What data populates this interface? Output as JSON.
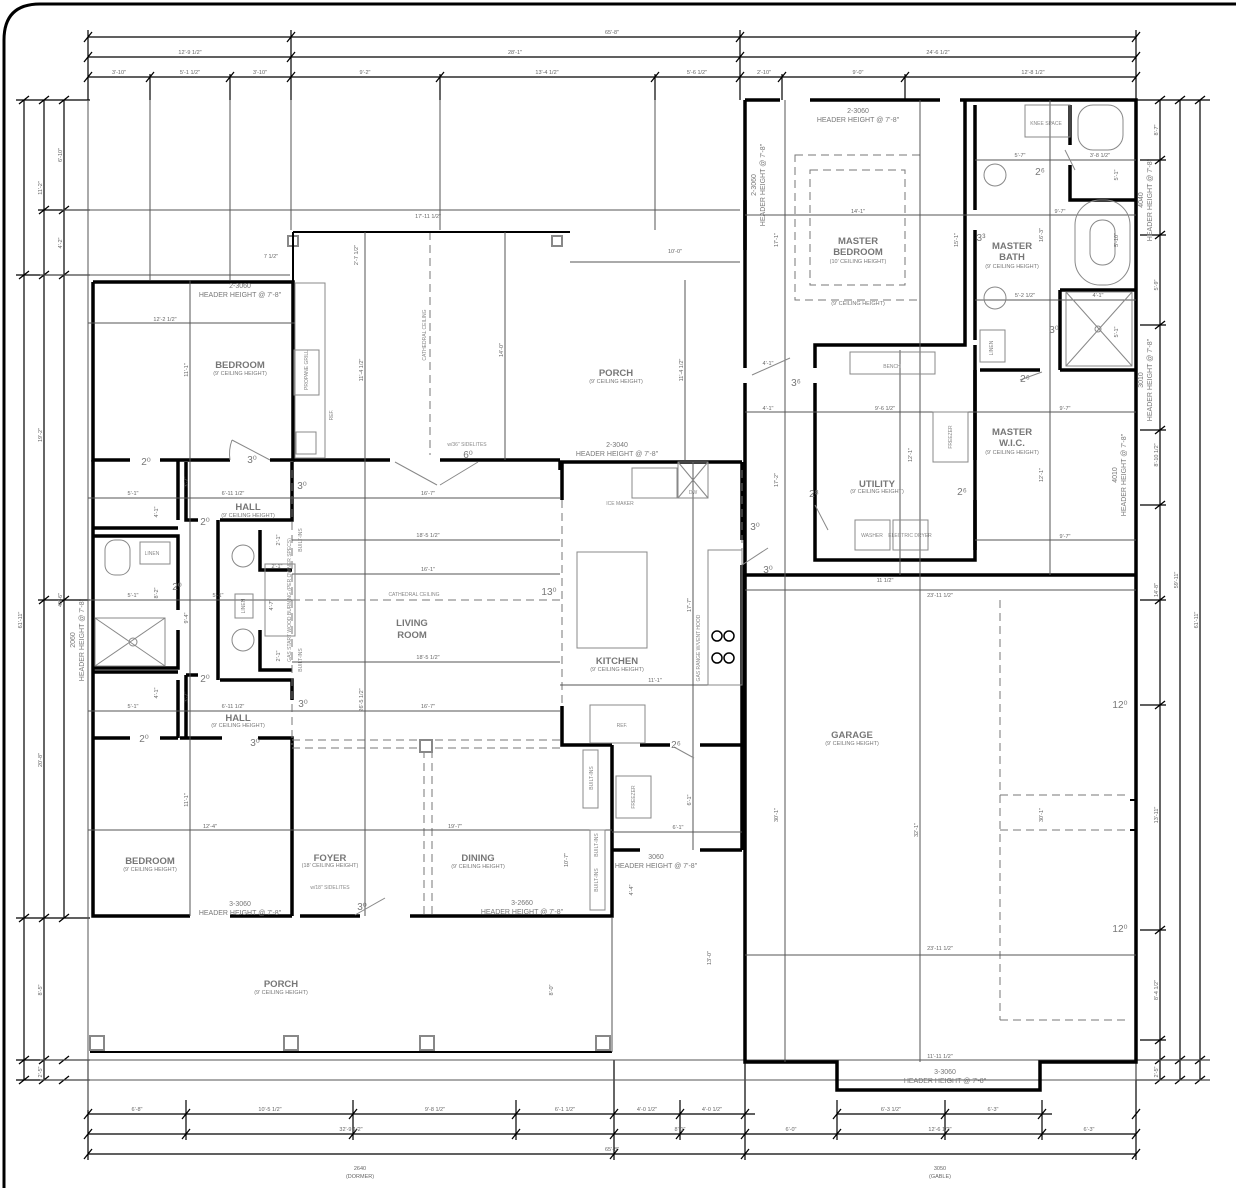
{
  "rooms": {
    "bedroom_1": {
      "name": "BEDROOM",
      "ceiling": "(9' CEILING HEIGHT)"
    },
    "bedroom_2": {
      "name": "BEDROOM",
      "ceiling": "(9' CEILING HEIGHT)"
    },
    "hall_1": {
      "name": "HALL",
      "ceiling": "(9' CEILING HEIGHT)"
    },
    "hall_2": {
      "name": "HALL",
      "ceiling": "(9' CEILING HEIGHT)"
    },
    "porch_back": {
      "name": "PORCH",
      "ceiling": "(9' CEILING HEIGHT)"
    },
    "porch_front": {
      "name": "PORCH",
      "ceiling": "(9' CEILING HEIGHT)"
    },
    "living": {
      "name_1": "LIVING",
      "name_2": "ROOM"
    },
    "kitchen": {
      "name": "KITCHEN",
      "ceiling": "(9' CEILING HEIGHT)"
    },
    "foyer": {
      "name": "FOYER",
      "ceiling": "(18' CEILING HEIGHT)"
    },
    "dining": {
      "name": "DINING",
      "ceiling": "(9' CEILING HEIGHT)"
    },
    "master_bedroom": {
      "name_1": "MASTER",
      "name_2": "BEDROOM",
      "ceiling": "(10' CEILING HEIGHT)",
      "ceiling_2": "(9' CEILING HEIGHT)"
    },
    "master_bath": {
      "name_1": "MASTER",
      "name_2": "BATH",
      "ceiling": "(9' CEILING HEIGHT)"
    },
    "master_wic": {
      "name_1": "MASTER",
      "name_2": "W.I.C.",
      "ceiling": "(9' CEILING HEIGHT)"
    },
    "utility": {
      "name": "UTILITY",
      "ceiling": "(9' CEILING HEIGHT)"
    },
    "garage": {
      "name": "GARAGE",
      "ceiling": "(9' CEILING HEIGHT)"
    }
  },
  "headers": {
    "bedroom_1_window": {
      "code": "2-3060",
      "height": "HEADER HEIGHT @ 7'-8\""
    },
    "porch_door": {
      "code": "2-3040",
      "height": "HEADER HEIGHT @ 7'-8\""
    },
    "master_top": {
      "code": "2-3060",
      "height": "HEADER HEIGHT @ 7'-8\""
    },
    "master_left": {
      "code": "2-3060",
      "height": "HEADER HEIGHT @ 7'-8\""
    },
    "bath_right": {
      "code": "4040",
      "height": "HEADER HEIGHT @ 7'-8\""
    },
    "bath_right_2": {
      "code": "3010",
      "height": "HEADER HEIGHT @ 7'-8\""
    },
    "wic_right": {
      "code": "4010",
      "height": "HEADER HEIGHT @ 7'-8\""
    },
    "left_bath": {
      "code": "2060",
      "height": "HEADER HEIGHT @ 7'-8\""
    },
    "bedroom_2_window": {
      "code": "3-3060",
      "height": "HEADER HEIGHT @ 7'-8\""
    },
    "dining_window": {
      "code": "3-2660",
      "height": "HEADER HEIGHT @ 7'-8\""
    },
    "pantry_window": {
      "code": "3060",
      "height": "HEADER HEIGHT @ 7'-8\""
    },
    "garage_window": {
      "code": "3-3060",
      "height": "HEADER HEIGHT @ 7'-8\""
    }
  },
  "notes": {
    "cathedral_1": "CATHEDRAL CEILING",
    "cathedral_2": "CATHEDRAL CEILING",
    "sidelites_back": "w/36\" SIDELITES",
    "sidelites_front": "w/18\" SIDELITES",
    "propane_grill": "PROPANE GRILL",
    "ref_porch": "REF.",
    "linen_1": "LINEN",
    "linen_2": "LINEN",
    "linen_3": "LINEN",
    "built_ins_1": "BUILT-INS",
    "built_ins_2": "BUILT-INS",
    "built_ins_3": "BUILT-INS",
    "built_ins_4": "BUILT-INS",
    "built_ins_5": "BUILT-INS",
    "fireplace": "GAS START WOOD BURNING (PER OWNER SPECS)",
    "ice_maker": "ICE MAKER",
    "dw": "DW",
    "gas_range": "GAS RANGE W/VENT HOOD",
    "ref_kitchen": "REF.",
    "freezer_1": "FREEZER",
    "freezer_2": "FREEZER",
    "bench": "BENCH",
    "washer": "WASHER",
    "dryer": "ELECTRIC DRYER",
    "knee_space": "KNEE SPACE"
  },
  "doors": [
    "2⁰",
    "3⁰",
    "3⁰",
    "2⁰",
    "2⁰",
    "2⁰",
    "3⁰",
    "2⁰",
    "3⁰",
    "6⁰",
    "13⁰",
    "3⁰",
    "3⁰",
    "2⁶",
    "3⁰",
    "2⁶",
    "3³",
    "3⁰",
    "2⁶",
    "2⁸",
    "2⁶",
    "3⁶",
    "12⁰",
    "12⁰"
  ],
  "dims": {
    "top_overall": "65'-8\"",
    "top_2": [
      "12'-9 1/2\"",
      "28'-1\"",
      "24'-6 1/2\""
    ],
    "top_3": [
      "3'-10\"",
      "5'-1 1/2\"",
      "3'-10\"",
      "9'-2\"",
      "13'-4 1/2\"",
      "5'-6 1/2\"",
      "2'-10\"",
      "9'-0\"",
      "12'-8 1/2\""
    ],
    "bottom_1": [
      "6'-8\"",
      "10'-5 1/2\"",
      "9'-8 1/2\"",
      "6'-1 1/2\"",
      "4'-0 1/2\"",
      "4'-0 1/2\"",
      "6'-3 1/2\"",
      "6'-3\""
    ],
    "bottom_2": [
      "32'-9 1/2\"",
      "8'-1\"",
      "6'-0\"",
      "12'-6 1/2\"",
      "6'-3\""
    ],
    "bottom_overall": "65'-8\"",
    "left_outer": "61'-11\"",
    "left_mid": [
      "11'-2\"",
      "19'-2\"",
      "20'-8\"",
      "8'-5\"",
      "2'-5\""
    ],
    "left_inner": [
      "6'-10\"",
      "4'-2\"",
      "40'-6\""
    ],
    "right_outer": "61'-11\"",
    "right_mid": "59'-11\"",
    "right_inner": [
      "8'-7\"",
      "5'-9\"",
      "8'-10 1/2\"",
      "14'-8\"",
      "13'-11\"",
      "8'-4 1/2\"",
      "2'-5\""
    ],
    "interior": {
      "porch_width": "17'-11 1/2\"",
      "porch_small": "7 1/2\"",
      "porch_small_2": "2'-7 1/2\"",
      "porch_right": "10'-0\"",
      "porch_depth": "11'-4 1/2\"",
      "porch_depth_2": "14'-0\"",
      "porch_depth_3": "11'-4 1/2\"",
      "bed1_w": "12'-2 1/2\"",
      "bed1_h": "11'-1\"",
      "closet_w1": "5'-1\"",
      "hall_w1": "6'-11 1/2\"",
      "closet_h1": "4'-1\"",
      "hall_h1": "3'-7\"",
      "bath_w": "5'-1\"",
      "bath_w2": "5'-1\"",
      "bath_h": "8'-2\"",
      "bath_h2": "9'-4\"",
      "closet_w2": "5'-1\"",
      "hall_w2": "6'-11 1/2\"",
      "closet_h2": "4'-1\"",
      "hall_h2": "3'-7\"",
      "living_w1": "16'-7\"",
      "living_w2": "18'-5 1/2\"",
      "living_w3": "16'-1\"",
      "living_w4": "18'-5 1/2\"",
      "living_w5": "16'-7\"",
      "living_h": "26'-5 1/2\"",
      "fp_w": "4'-7\"",
      "bi_1": "2'-1\"",
      "bi_2": "2'-1\"",
      "bi_3": "2'-1\"",
      "kitchen_w": "11'-1\"",
      "kitchen_h": "17'-7\"",
      "bed2_w": "12'-4\"",
      "bed2_h": "11'-1\"",
      "dining_w": "19'-7\"",
      "dining_h": "10'-7\"",
      "pantry_w": "6'-1\"",
      "pantry_h": "6'-1\"",
      "front_porch_h": "8'-0\"",
      "step": "4'-4\"",
      "front_h2": "13'-0\"",
      "mb_w": "14'-1\"",
      "mb_h": "17'-1\"",
      "mb_h2": "15'-1\"",
      "bath_vanity_w": "5'-7\"",
      "wc_w": "3'-8 1/2\"",
      "wc_h": "5'-1\"",
      "tub_w": "9'-7\"",
      "tub_h": "5'-10\"",
      "mbath_h": "16'-3\"",
      "vanity_2": "5'-2 1/2\"",
      "shower_w": "4'-1\"",
      "shower_h": "5'-1\"",
      "hall_4_1": "4'-1\"",
      "hall_4_2": "4'-1\"",
      "util_w": "9'-6 1/2\"",
      "util_h": "12'-1\"",
      "wic_w": "9'-7\"",
      "wic_w2": "9'-7\"",
      "wic_h": "12'-1\"",
      "side_h": "17'-2\"",
      "garage_w": "23'-11 1/2\"",
      "garage_w2": "23'-11 1/2\"",
      "garage_small": "11 1/2\"",
      "garage_h": "30'-1\"",
      "garage_h2": "32'-1\"",
      "garage_h3": "30'-1\"",
      "garage_bump": "11'-11 1/2\""
    }
  },
  "footer": {
    "left_code": "2640",
    "left_type": "(DORMER)",
    "right_code": "3050",
    "right_type": "(GABLE)"
  }
}
